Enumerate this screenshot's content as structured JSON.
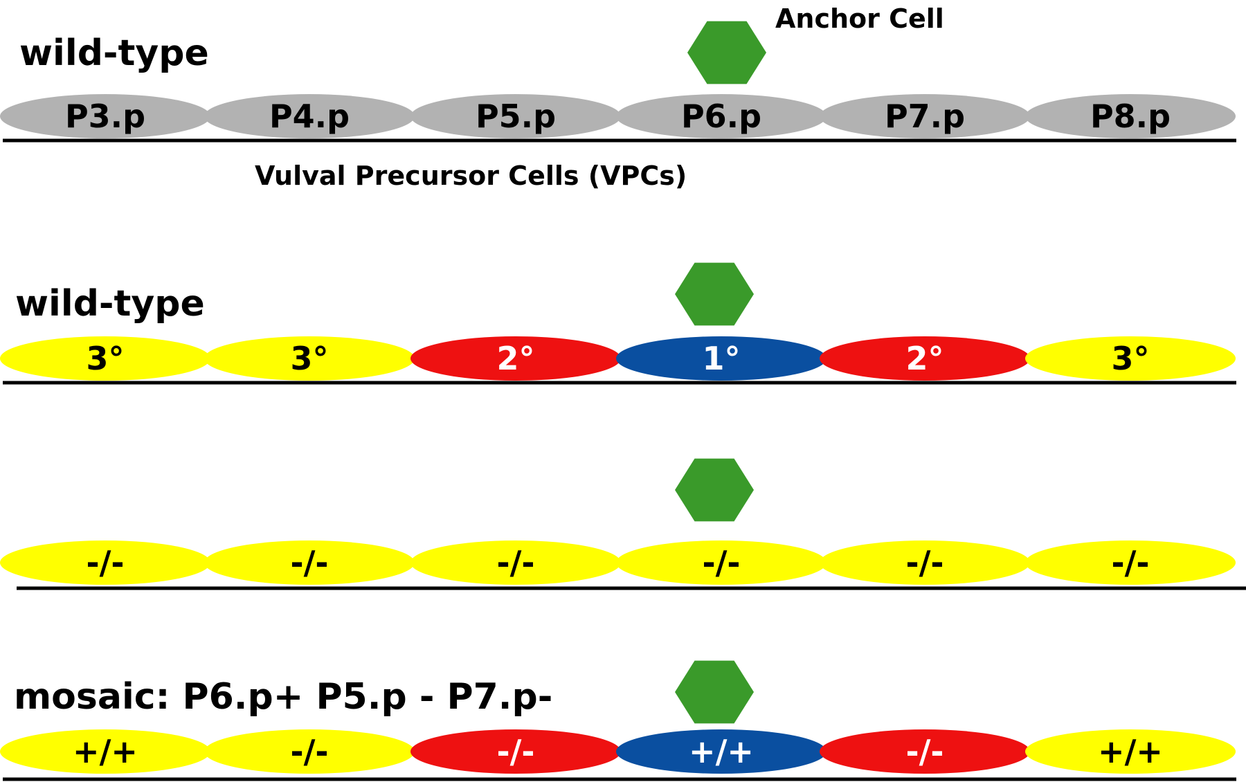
{
  "colors": {
    "gray": "#b2b2b2",
    "yellow": "#ffff00",
    "red": "#ee1111",
    "blue": "#0a4fa0",
    "green": "#3a9a2a",
    "black": "#000000",
    "white": "#ffffff"
  },
  "rows": [
    {
      "label": "wild-type",
      "cells": [
        {
          "text": "P3.p",
          "color": "gray"
        },
        {
          "text": "P4.p",
          "color": "gray"
        },
        {
          "text": "P5.p",
          "color": "gray"
        },
        {
          "text": "P6.p",
          "color": "gray"
        },
        {
          "text": "P7.p",
          "color": "gray"
        },
        {
          "text": "P8.p",
          "color": "gray"
        }
      ]
    },
    {
      "label": "wild-type",
      "cells": [
        {
          "text": "3°",
          "color": "yellow"
        },
        {
          "text": "3°",
          "color": "yellow"
        },
        {
          "text": "2°",
          "color": "red"
        },
        {
          "text": "1°",
          "color": "blue"
        },
        {
          "text": "2°",
          "color": "red"
        },
        {
          "text": "3°",
          "color": "yellow"
        }
      ]
    },
    {
      "label": "",
      "cells": [
        {
          "text": "-/-",
          "color": "yellow"
        },
        {
          "text": "-/-",
          "color": "yellow"
        },
        {
          "text": "-/-",
          "color": "yellow"
        },
        {
          "text": "-/-",
          "color": "yellow"
        },
        {
          "text": "-/-",
          "color": "yellow"
        },
        {
          "text": "-/-",
          "color": "yellow"
        }
      ]
    },
    {
      "label": "mosaic: P6.p+  P5.p - P7.p-",
      "cells": [
        {
          "text": "+/+",
          "color": "yellow"
        },
        {
          "text": "-/-",
          "color": "yellow"
        },
        {
          "text": "-/-",
          "color": "red"
        },
        {
          "text": "+/+",
          "color": "blue"
        },
        {
          "text": "-/-",
          "color": "red"
        },
        {
          "text": "+/+",
          "color": "yellow"
        }
      ]
    }
  ],
  "annotations": {
    "anchor_cell": "Anchor Cell",
    "vpc_caption": "Vulval Precursor Cells (VPCs)"
  }
}
